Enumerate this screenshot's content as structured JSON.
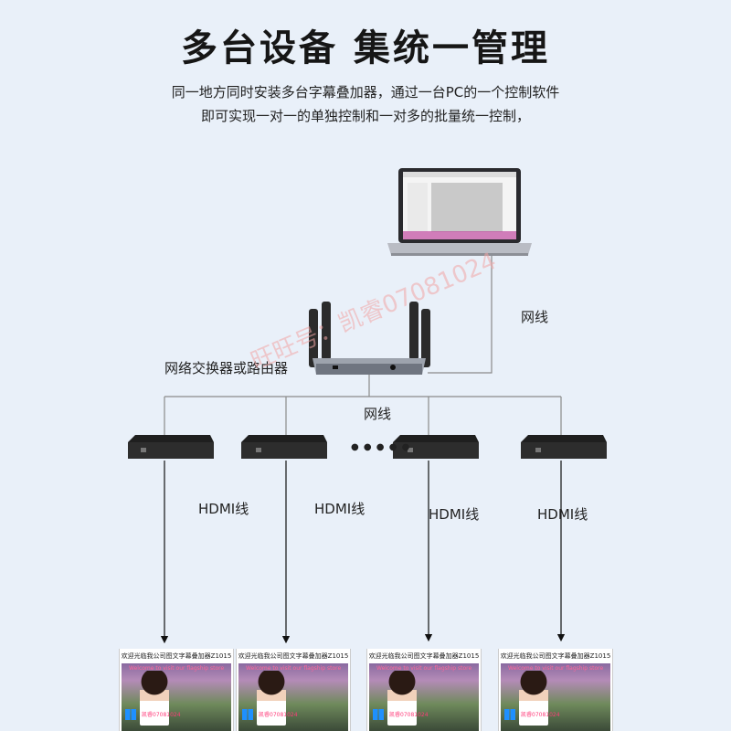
{
  "title": "多台设备 集统一管理",
  "subtitle_line1": "同一地方同时安装多台字幕叠加器，通过一台PC的一个控制软件",
  "subtitle_line2": "即可实现一对一的单独控制和一对多的批量统一控制，",
  "labels": {
    "cable_pc": "网线",
    "switch": "网络交换器或路由器",
    "cable_devices": "网线",
    "hdmi": "HDMI线",
    "dots": "● ● ● ● ●"
  },
  "watermark": "旺旺号：凯睿07081024",
  "screens": {
    "caption": "欢迎光临我公司图文字幕叠加器Z1015",
    "scroll_text": "Welcome to visit our flagship store",
    "bottom_text": "凯睿07081024"
  },
  "colors": {
    "background": "#e9f0f9",
    "device": "#1f1f1f",
    "watermark": "#f2a6a6"
  }
}
